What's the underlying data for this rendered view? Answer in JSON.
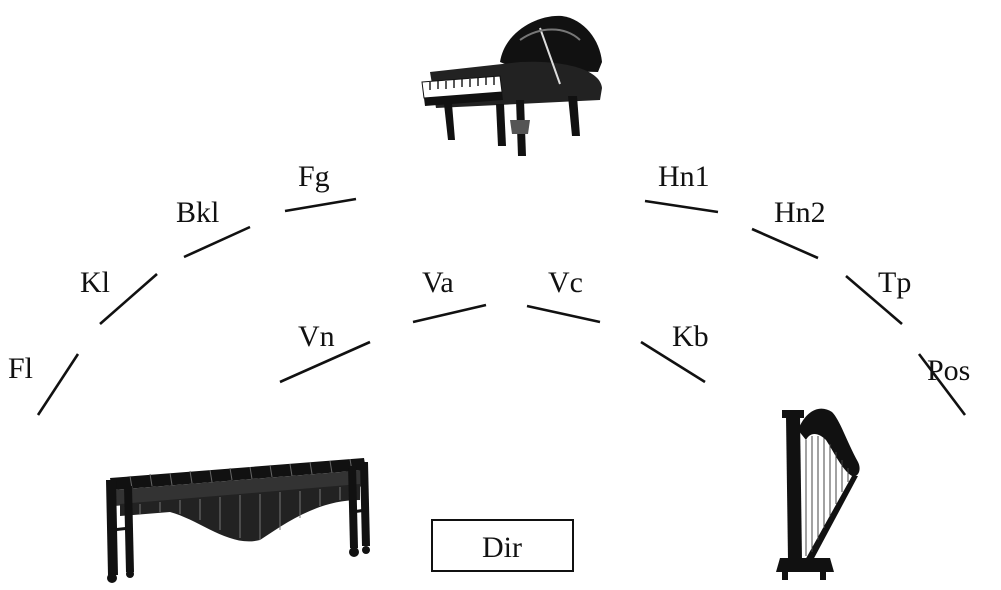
{
  "diagram": {
    "type": "orchestra seating plan",
    "ink_color": "#111111",
    "background": "#ffffff",
    "winds": {
      "flute": "Fl",
      "clarinet": "Kl",
      "bass_clarinet": "Bkl",
      "bassoon": "Fg"
    },
    "brass": {
      "horn_1": "Hn1",
      "horn_2": "Hn2",
      "trumpet": "Tp",
      "trombone": "Pos"
    },
    "strings": {
      "violin": "Vn",
      "viola": "Va",
      "cello": "Vc",
      "double_bass": "Kb"
    },
    "conductor": "Dir",
    "instrument_pictures": [
      "grand-piano-icon",
      "marimba-icon",
      "harp-icon"
    ]
  }
}
